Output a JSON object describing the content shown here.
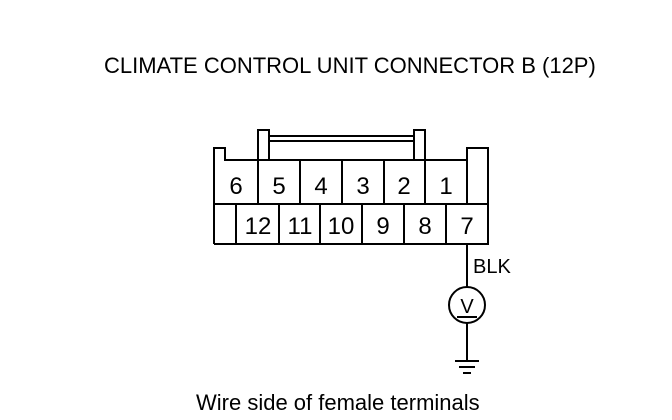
{
  "diagram": {
    "title": "CLIMATE CONTROL UNIT CONNECTOR B (12P)",
    "caption": "Wire side of female terminals",
    "connector": {
      "top_row": [
        "6",
        "5",
        "4",
        "3",
        "2",
        "1"
      ],
      "bottom_row": [
        "12",
        "11",
        "10",
        "9",
        "8",
        "7"
      ]
    },
    "probe": {
      "pin": "7",
      "wire_color": "BLK",
      "meter_symbol": "V",
      "ground": true
    }
  }
}
